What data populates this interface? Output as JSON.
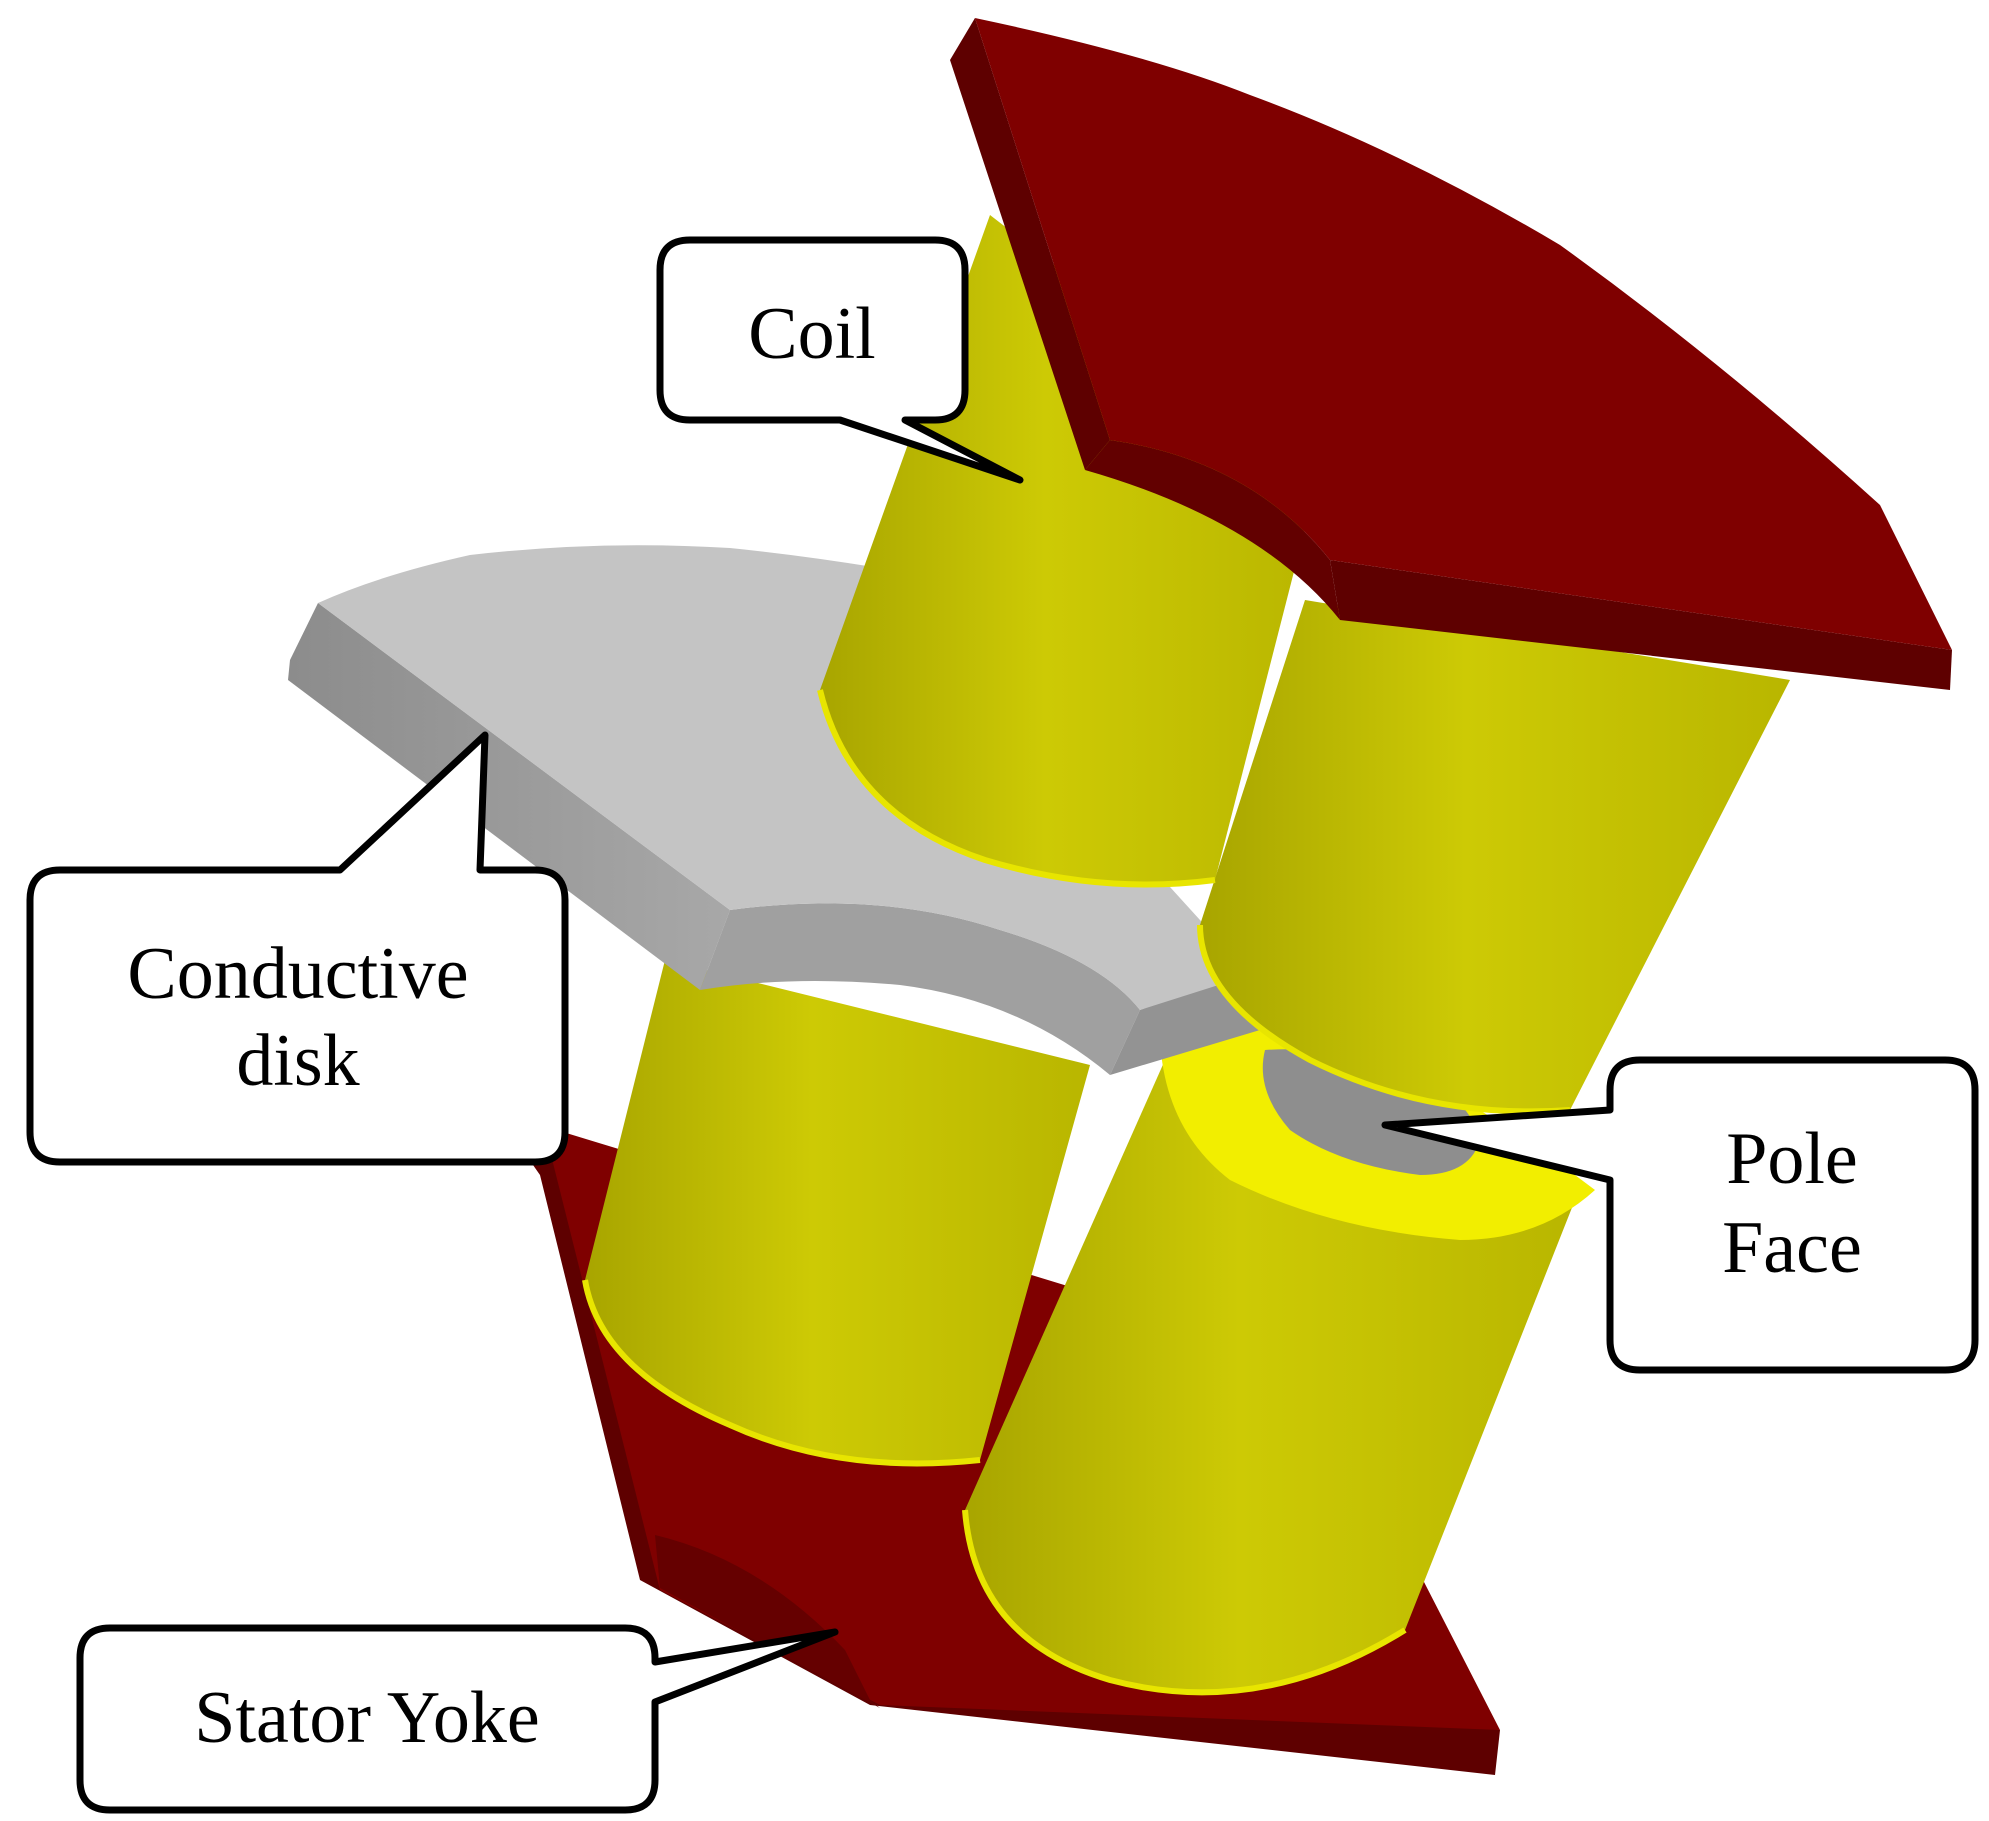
{
  "labels": {
    "coil": "Coil",
    "conductive_disk_line1": "Conductive",
    "conductive_disk_line2": "disk",
    "pole_face_line1": "Pole",
    "pole_face_line2": "Face",
    "stator_yoke": "Stator Yoke"
  },
  "colors": {
    "yoke_top": "#7f0000",
    "yoke_side": "#5e0000",
    "coil_body": "#c6c300",
    "coil_highlight": "#e6e400",
    "coil_top_ring": "#f2ee00",
    "disk_top": "#c4c4c4",
    "disk_side": "#9a9a9a",
    "pole_face": "#8e8e8e",
    "outline": "#000000",
    "callout_fill": "#ffffff"
  }
}
